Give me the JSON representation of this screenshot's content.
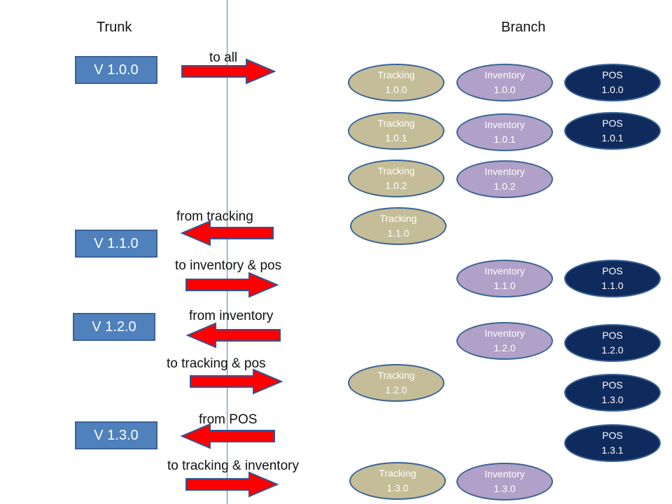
{
  "headings": {
    "trunk": "Trunk",
    "branch": "Branch"
  },
  "trunk_versions": [
    {
      "label": "V 1.0.0"
    },
    {
      "label": "V 1.1.0"
    },
    {
      "label": "V 1.2.0"
    },
    {
      "label": "V 1.3.0"
    }
  ],
  "arrows": [
    {
      "label": "to all",
      "direction": "right"
    },
    {
      "label": "from tracking",
      "direction": "left"
    },
    {
      "label": "to inventory & pos",
      "direction": "right"
    },
    {
      "label": "from inventory",
      "direction": "left"
    },
    {
      "label": "to tracking & pos",
      "direction": "right"
    },
    {
      "label": "from POS",
      "direction": "left"
    },
    {
      "label": "to tracking & inventory",
      "direction": "right"
    }
  ],
  "branch_nodes": {
    "tracking": [
      {
        "name": "Tracking",
        "version": "1.0.0"
      },
      {
        "name": "Tracking",
        "version": "1.0.1"
      },
      {
        "name": "Tracking",
        "version": "1.0.2"
      },
      {
        "name": "Tracking",
        "version": "1.1.0"
      },
      {
        "name": "Tracking",
        "version": "1.2.0"
      },
      {
        "name": "Tracking",
        "version": "1.3.0"
      }
    ],
    "inventory": [
      {
        "name": "Inventory",
        "version": "1.0.0"
      },
      {
        "name": "Inventory",
        "version": "1.0.1"
      },
      {
        "name": "Inventory",
        "version": "1.0.2"
      },
      {
        "name": "Inventory",
        "version": "1.1.0"
      },
      {
        "name": "Inventory",
        "version": "1.2.0"
      },
      {
        "name": "Inventory",
        "version": "1.3.0"
      }
    ],
    "pos": [
      {
        "name": "POS",
        "version": "1.0.0"
      },
      {
        "name": "POS",
        "version": "1.0.1"
      },
      {
        "name": "POS",
        "version": "1.1.0"
      },
      {
        "name": "POS",
        "version": "1.2.0"
      },
      {
        "name": "POS",
        "version": "1.3.0"
      },
      {
        "name": "POS",
        "version": "1.3.1"
      }
    ]
  },
  "colors": {
    "trunk_box": "#4f81bd",
    "arrow_fill": "#ff0000",
    "arrow_stroke": "#2f5597",
    "tracking": "#c4bd97",
    "inventory": "#b1a0c7",
    "pos": "#0f2a5c"
  }
}
